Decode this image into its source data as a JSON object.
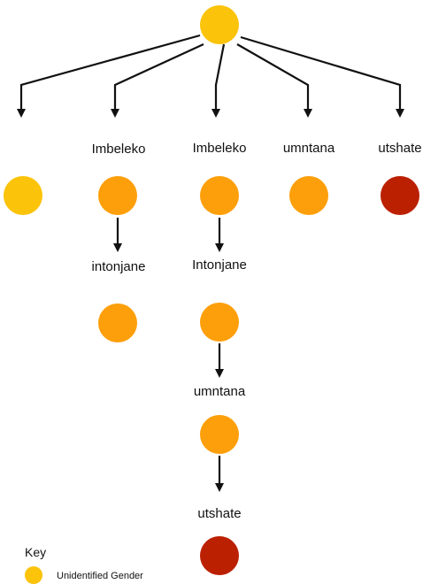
{
  "colors": {
    "unidentified": "#fbc30a",
    "orange": "#fd9f0a",
    "red": "#bb2001",
    "line": "#111111"
  },
  "labels": {
    "imbeleko_1": "Imbeleko",
    "imbeleko_2": "Imbeleko",
    "umntana_1": "umntana",
    "utshate_1": "utshate",
    "intonjane_1": "intonjane",
    "intonjane_2": "Intonjane",
    "umntana_2": "umntana",
    "utshate_2": "utshate"
  },
  "key": {
    "title": "Key",
    "items": [
      {
        "label": "Unidentified Gender",
        "color": "unidentified"
      }
    ]
  }
}
